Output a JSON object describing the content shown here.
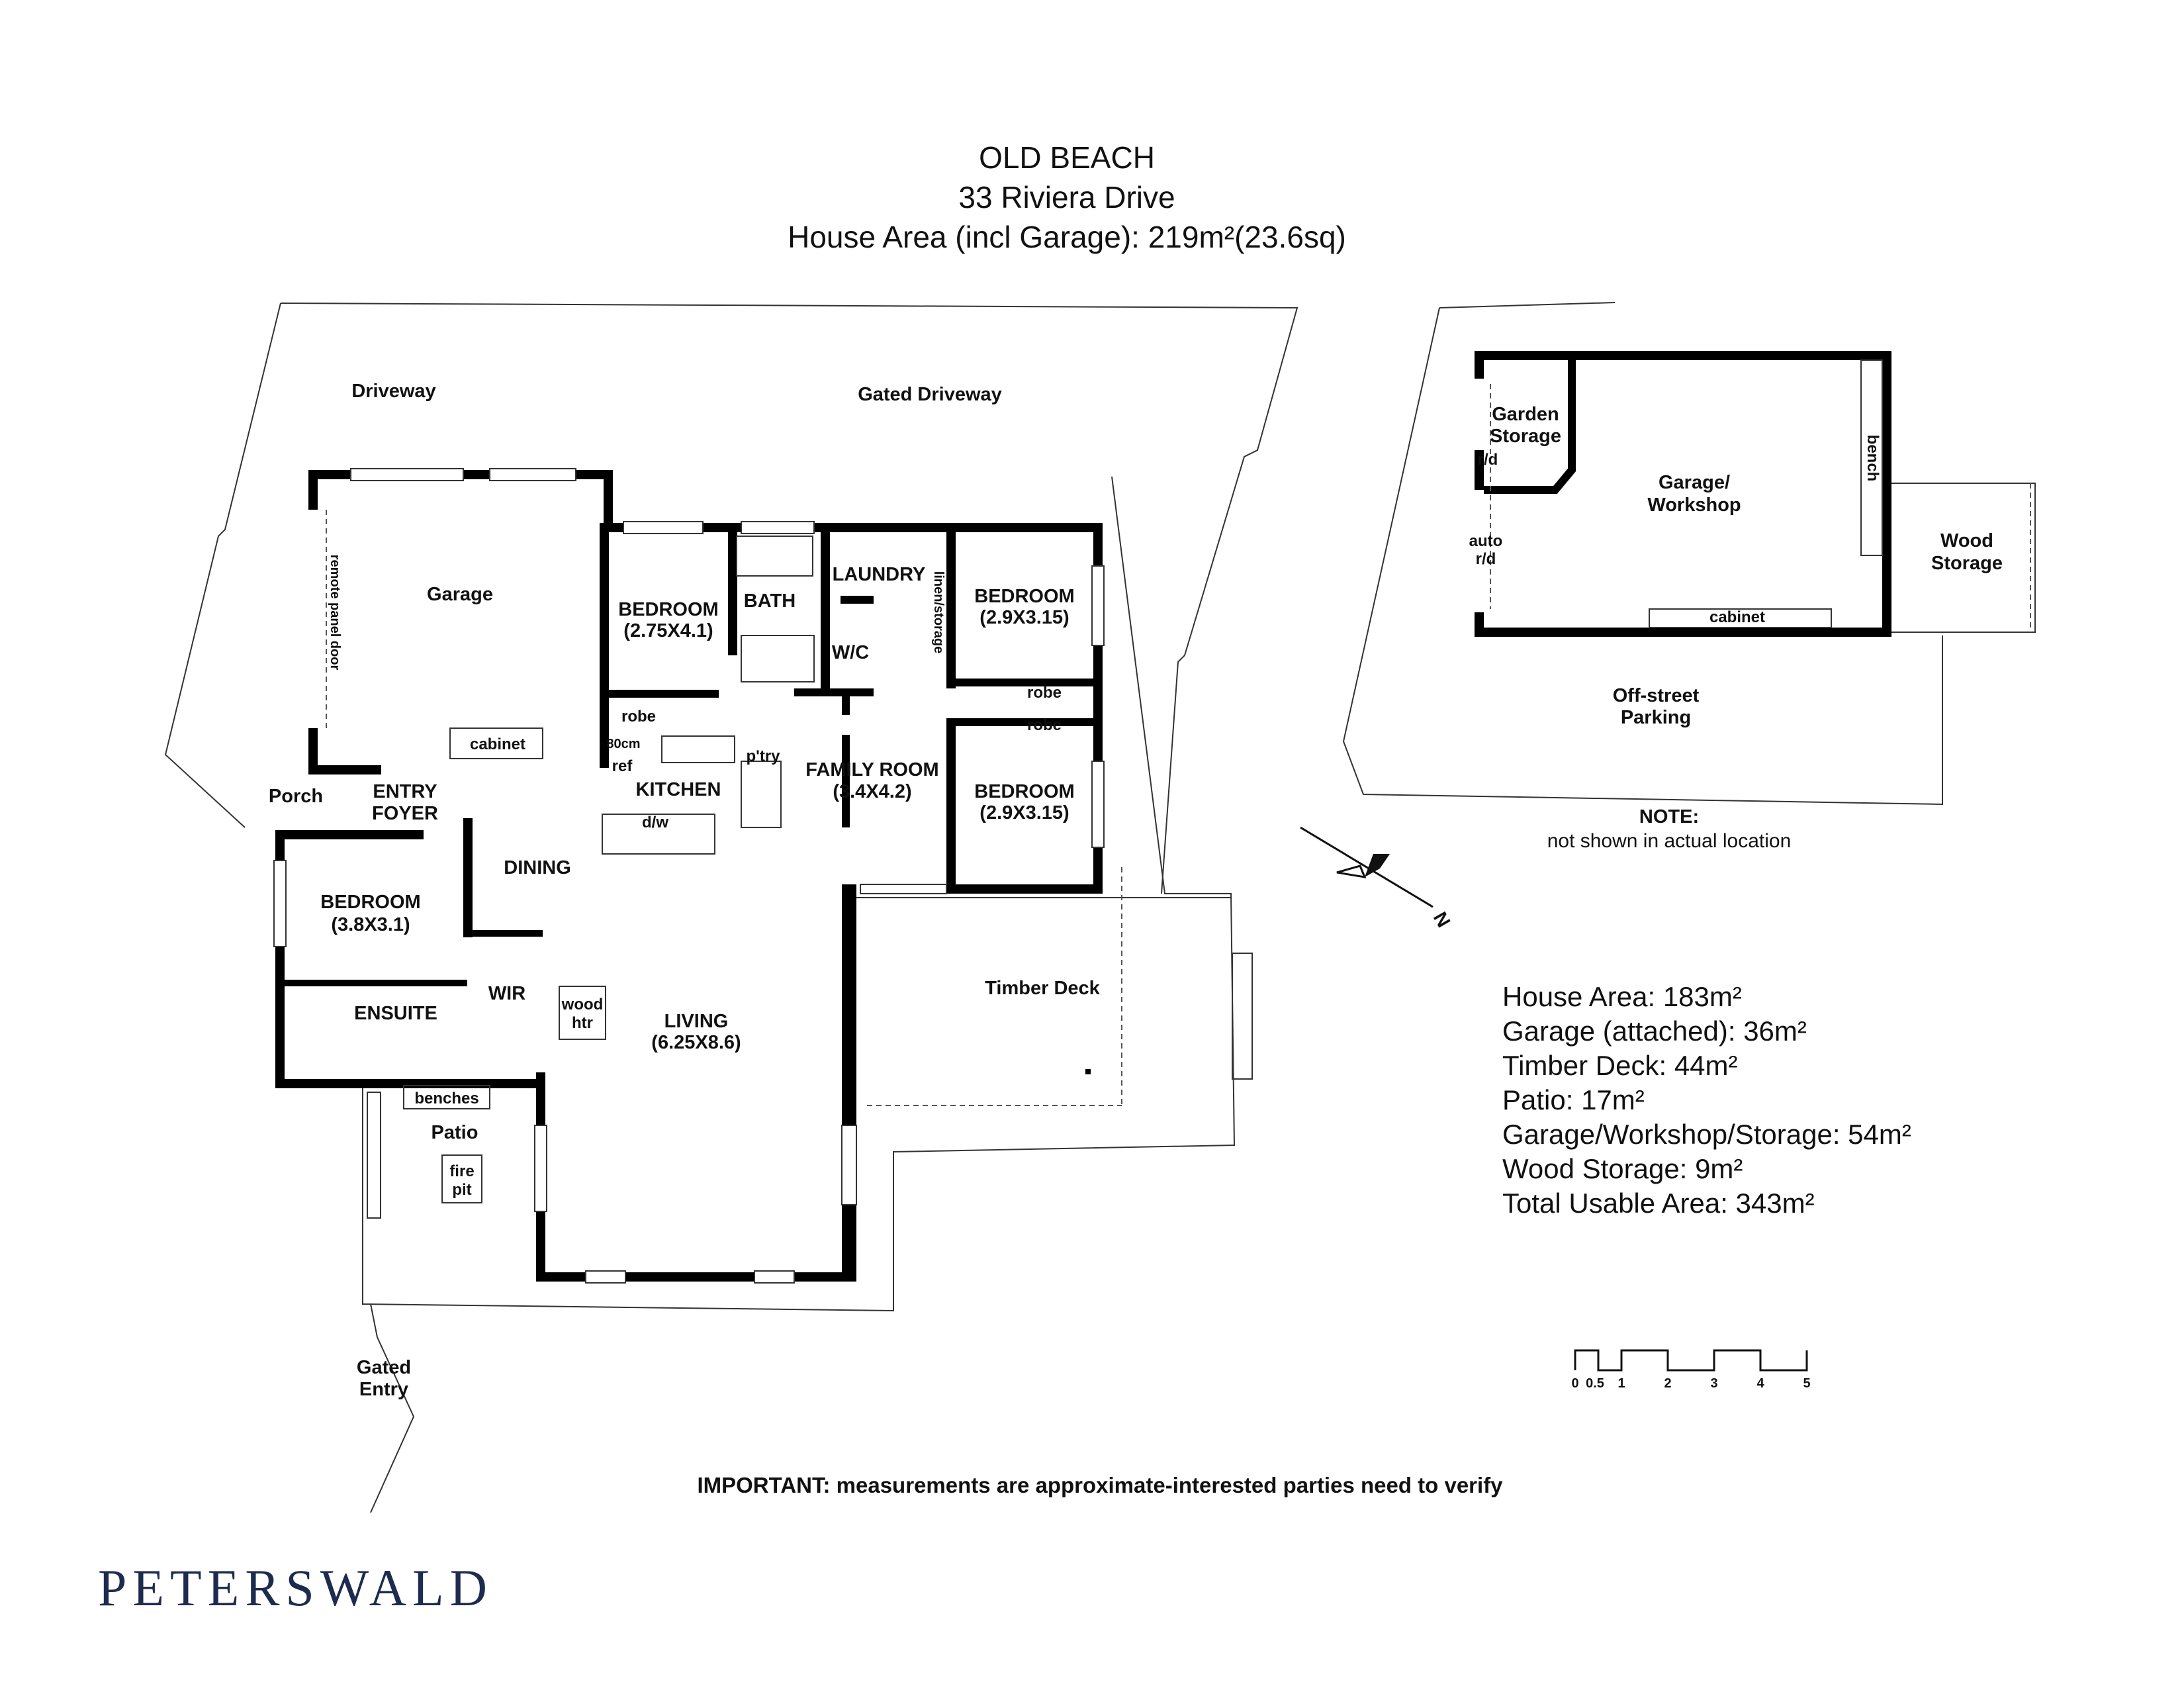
{
  "header": {
    "suburb": "OLD BEACH",
    "address": "33 Riviera Drive",
    "house_area": "House Area (incl Garage): 219m²(23.6sq)"
  },
  "rooms": {
    "driveway": "Driveway",
    "gated_driveway": "Gated Driveway",
    "garage": "Garage",
    "remote_panel_door": "remote panel door",
    "cabinet": "cabinet",
    "porch": "Porch",
    "entry_foyer_1": "ENTRY",
    "entry_foyer_2": "FOYER",
    "bedroom1_name": "BEDROOM",
    "bedroom1_size": "(2.75X4.1)",
    "robe1": "robe",
    "bath": "BATH",
    "laundry": "LAUNDRY",
    "wc": "W/C",
    "linen": "linen/storage",
    "bedroom2_name": "BEDROOM",
    "bedroom2_size": "(2.9X3.15)",
    "robe2": "robe",
    "robe3": "robe",
    "bedroom3_name": "BEDROOM",
    "bedroom3_size": "(2.9X3.15)",
    "fridge_width": "80cm",
    "ref": "ref",
    "kitchen": "KITCHEN",
    "pantry": "p'try",
    "dishwasher": "d/w",
    "family_name": "FAMILY ROOM",
    "family_size": "(3.4X4.2)",
    "dining": "DINING",
    "bedroom4_name": "BEDROOM",
    "bedroom4_size": "(3.8X3.1)",
    "ensuite": "ENSUITE",
    "wir": "WIR",
    "wood_htr_1": "wood",
    "wood_htr_2": "htr",
    "living_name": "LIVING",
    "living_size": "(6.25X8.6)",
    "timber_deck": "Timber Deck",
    "benches": "benches",
    "patio": "Patio",
    "fire_pit_1": "fire",
    "fire_pit_2": "pit",
    "gated_entry_1": "Gated",
    "gated_entry_2": "Entry"
  },
  "outbuilding": {
    "garden_storage_1": "Garden",
    "garden_storage_2": "Storage",
    "rd": "r/d",
    "auto": "auto",
    "auto_rd": "r/d",
    "garage_workshop_1": "Garage/",
    "garage_workshop_2": "Workshop",
    "bench": "bench",
    "cabinet": "cabinet",
    "wood_storage_1": "Wood",
    "wood_storage_2": "Storage",
    "offstreet_1": "Off-street",
    "offstreet_2": "Parking",
    "note_title": "NOTE:",
    "note_text": "not shown in actual location"
  },
  "compass": {
    "label": "N"
  },
  "areas": [
    "House Area: 183m²",
    "Garage (attached): 36m²",
    "Timber Deck: 44m²",
    "Patio: 17m²",
    "Garage/Workshop/Storage: 54m²",
    "Wood Storage: 9m²",
    "Total Usable Area: 343m²"
  ],
  "scale_bar": {
    "labels": [
      "0",
      "0.5",
      "1",
      "2",
      "3",
      "4",
      "5"
    ]
  },
  "disclaimer": "IMPORTANT: measurements are approximate-interested parties need to verify",
  "brand": "PETERSWALD"
}
